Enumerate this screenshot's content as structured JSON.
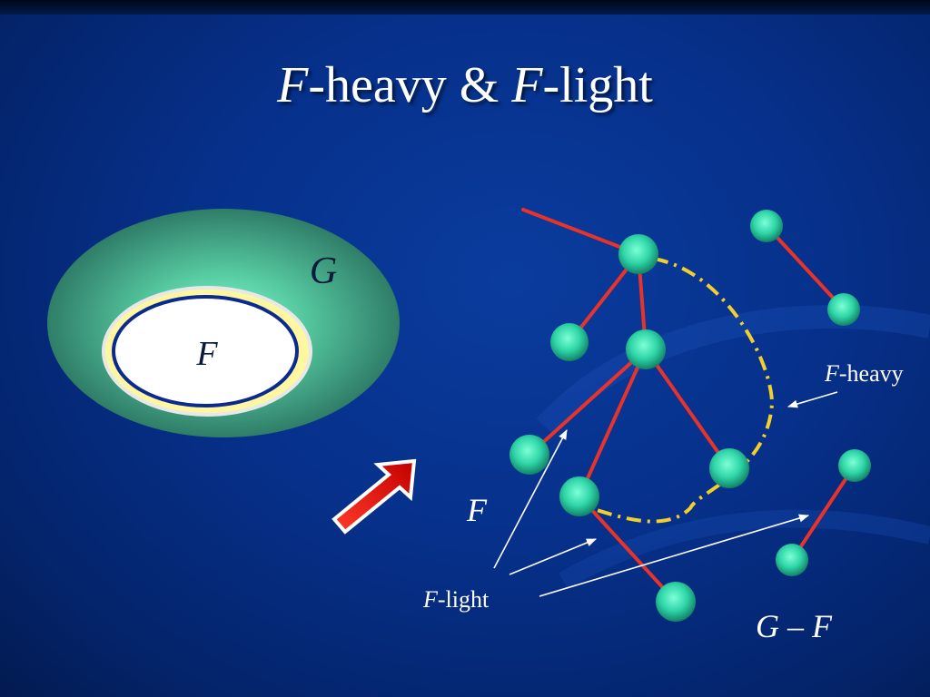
{
  "title": {
    "var1": "F",
    "word1": "-heavy & ",
    "var2": "F",
    "word2": "-light"
  },
  "venn": {
    "outer_label": "G",
    "inner_label": "F"
  },
  "labels": {
    "f_heavy_var": "F",
    "f_heavy_text": "-heavy",
    "f_light_var": "F",
    "f_light_text": "-light",
    "f_label": "F",
    "g_minus_f": "G – F"
  },
  "colors": {
    "background": "#06308a",
    "edge_f": "#e8332a",
    "node": "#2fd6a8",
    "heavy_curve": "#f2cf2b",
    "venn_outer": "#3a8f76",
    "venn_inner_ring": "#fff6a0",
    "venn_inner_border": "#0b2a8f",
    "arrow_red": "#ee1111"
  }
}
